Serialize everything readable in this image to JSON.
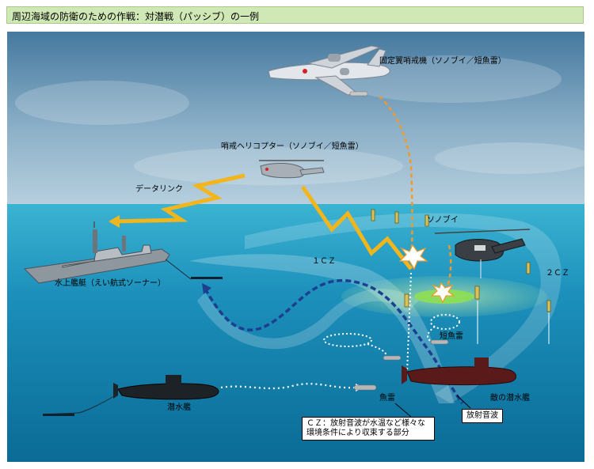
{
  "title": "周辺海域の防衛のための作戦：対潜戦（パッシブ）の一例",
  "labels": {
    "fixed_wing": "固定翼哨戒機（ソノブイ／短魚雷）",
    "helicopter": "哨戒ヘリコプター（ソノブイ／短魚雷）",
    "data_link": "データリンク",
    "sonobuoy": "ソノブイ",
    "cz1": "１ＣＺ",
    "cz2": "２ＣＺ",
    "surface_ship": "水上艦艇（えい航式ソーナー）",
    "short_torpedo": "短魚雷",
    "torpedo": "魚雷",
    "submarine": "潜水艦",
    "enemy_submarine": "敵の潜水艦",
    "radiated_noise": "放射音波",
    "cz_note_line1": "ＣＺ：放射音波が水温など様々な",
    "cz_note_line2": "環境条件により収束する部分"
  },
  "colors": {
    "sky_top": "#4a7fa6",
    "sea_surface": "#2fa6c8",
    "sea_deep": "#0d6f9a",
    "data_link": "#f3b51c",
    "sonar_path": "#1d3f8f",
    "sonobuoy_link": "#f19a2a",
    "title_bg": "#cfe8b5"
  }
}
